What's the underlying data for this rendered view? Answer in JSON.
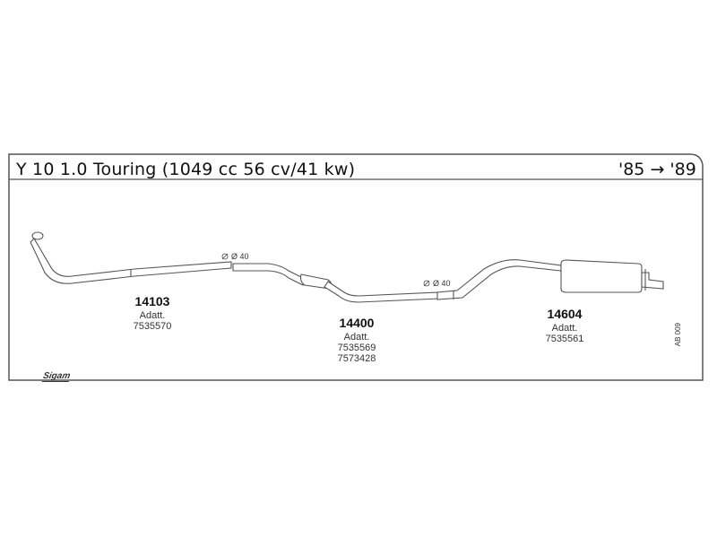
{
  "header": {
    "title": "Y 10 1.0 Touring (1049 cc 56 cv/41 kw)",
    "years": "'85 → '89"
  },
  "parts": [
    {
      "number": "14103",
      "label": "Adatt.",
      "refs": [
        "7535570"
      ]
    },
    {
      "number": "14400",
      "label": "Adatt.",
      "refs": [
        "7535569",
        "7573428"
      ]
    },
    {
      "number": "14604",
      "label": "Adatt.",
      "refs": [
        "7535561"
      ]
    }
  ],
  "diameters": [
    "Ø 40",
    "Ø 40"
  ],
  "diagram_code": "AB 009",
  "brand": "Sigam"
}
